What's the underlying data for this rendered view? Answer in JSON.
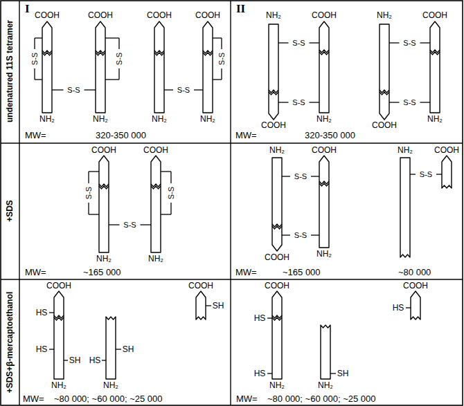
{
  "diagram": {
    "nodes": [
      {
        "text": [
          "I",
          "MW=",
          "320-350 000"
        ]
      },
      {
        "text": [
          "II",
          "MW=",
          "320-350 000"
        ]
      },
      {
        "text": [
          "MW=",
          "~165 000"
        ]
      },
      {
        "text": [
          "MW=",
          "~165 000",
          "~80 000"
        ]
      },
      {
        "text": [
          "MW=",
          "~80 000; ~60 000; ~25 000"
        ]
      },
      {
        "text": [
          "MW=",
          "~80 000; ~60 000; ~25 000"
        ]
      }
    ],
    "labels": [
      "undenatured 11S tetramer",
      "+SDS",
      "+SDS+β-mercaptoethanol",
      "COOH",
      "COOH",
      "COOH",
      "COOH",
      "S-S",
      "S-S",
      "S-S",
      "S-S",
      "S-S",
      "NH₂",
      "NH₂",
      "NH₂",
      "NH₂",
      "NH₂",
      "COOH",
      "NH₂",
      "COOH",
      "S-S",
      "S-S",
      "S-S",
      "S-S",
      "COOH",
      "NH₂",
      "COOH",
      "NH₂",
      "COOH",
      "COOH",
      "S-S",
      "S-S",
      "S-S",
      "NH₂",
      "NH₂",
      "NH₂",
      "COOH",
      "NH₂",
      "COOH",
      "S-S",
      "S-S",
      "S-S",
      "COOH",
      "NH₂",
      "COOH",
      "HS",
      "HS",
      "SH",
      "HS",
      "SH",
      "NH₂",
      "NH₂",
      "COOH",
      "SH",
      "COOH",
      "HS",
      "HS",
      "SH",
      "NH₂",
      "NH₂",
      "COOH",
      "HS"
    ]
  }
}
